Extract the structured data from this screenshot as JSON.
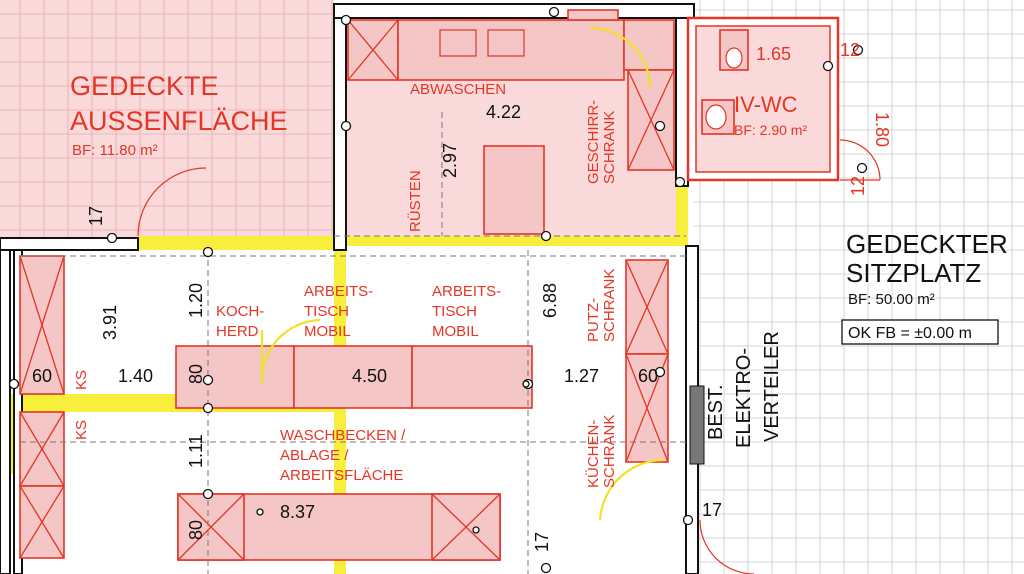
{
  "rooms": {
    "terrace": {
      "title1": "GEDECKTE",
      "title2": "AUSSENFLÄCHE",
      "area": "BF: 11.80 m²"
    },
    "seating": {
      "title1": "GEDECKTER",
      "title2": "SITZPLATZ",
      "area": "BF: 50.00 m²",
      "level": "OK FB = ±0.00 m"
    },
    "wc": {
      "title": "IV-WC",
      "area": "BF: 2.90 m²"
    }
  },
  "labels": {
    "abwaschen": "ABWASCHEN",
    "ruesten": "RÜSTEN",
    "geschirr1": "GESCHIRR-",
    "geschirr2": "SCHRANK",
    "koch1": "KOCH-",
    "koch2": "HERD",
    "arbeits1a": "ARBEITS-",
    "arbeits1b": "TISCH",
    "arbeits1c": "MOBIL",
    "arbeits2a": "ARBEITS-",
    "arbeits2b": "TISCH",
    "arbeits2c": "MOBIL",
    "putz1": "PUTZ-",
    "putz2": "SCHRANK",
    "kuechen1": "KÜCHEN-",
    "kuechen2": "SCHRANK",
    "wasch1": "WASCHBECKEN /",
    "wasch2": "ABLAGE /",
    "wasch3": "ARBEITSFLÄCHE",
    "ks1": "KS",
    "ks2": "KS",
    "elektro1": "BEST.",
    "elektro2": "ELEKTRO-",
    "elektro3": "VERTEILER"
  },
  "dims": {
    "d422": "4.22",
    "d297": "2.97",
    "d688": "6.88",
    "d391": "3.91",
    "d120": "1.20",
    "d111": "1.11",
    "d140": "1.40",
    "d450": "4.50",
    "d127": "1.27",
    "d837": "8.37",
    "d60a": "60",
    "d60b": "60",
    "d80a": "80",
    "d80b": "80",
    "d17a": "17",
    "d17b": "17",
    "d17c": "17",
    "d165": "1.65",
    "d180": "1.80",
    "d12a": "12",
    "d12b": "12"
  },
  "colors": {
    "red": "#e53526",
    "pink": "#f9d9d9",
    "yellow": "#f7ef3c",
    "black": "#111111"
  }
}
